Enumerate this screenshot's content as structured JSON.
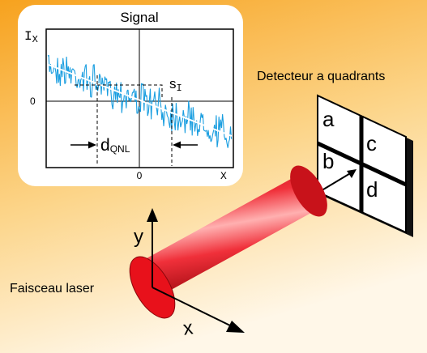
{
  "inset": {
    "title": "Signal",
    "y_axis_label": "I",
    "y_axis_sub": "X",
    "y_zero_label": "0",
    "x_zero_label": "0",
    "x_axis_label": "X",
    "slope_label": "s",
    "slope_sub": "I",
    "dqnl_label": "d",
    "dqnl_sub": "QNL"
  },
  "detector": {
    "title": "Detecteur a quadrants",
    "quadrants": [
      "a",
      "b",
      "c",
      "d"
    ]
  },
  "laser": {
    "label": "Faisceau laser",
    "axis_y": "y",
    "axis_x": "x"
  },
  "colors": {
    "background_top": "#f5a623",
    "background_bottom": "#fff6e2",
    "signal_trace": "#1a9ee0",
    "beam": "#e8111b",
    "detector_frame": "#111111"
  }
}
